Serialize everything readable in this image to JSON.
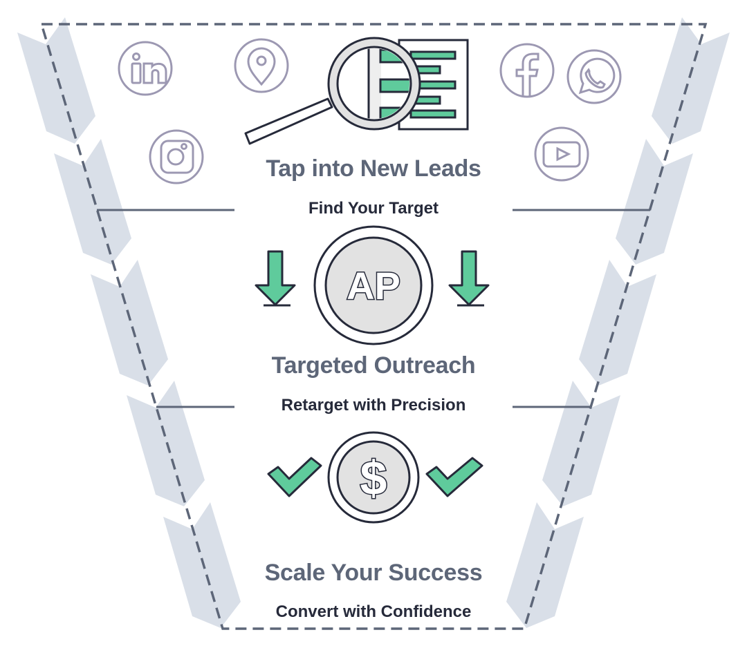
{
  "diagram": {
    "type": "sales-funnel",
    "colors": {
      "outline": "#5d6678",
      "chevron": "#d9dfe8",
      "accent_green": "#5fcb9c",
      "icon_stroke": "#9c98b2",
      "ink": "#262a3a",
      "coin_fill": "#e2e2e2",
      "title_text": "#5d6678",
      "subtitle_text": "#262a3a"
    },
    "stages": [
      {
        "title": "Tap into New Leads",
        "subtitle": "Find Your Target",
        "illustration": "magnifier-over-document-icon",
        "decorations": [
          "linkedin-icon",
          "location-pin-icon",
          "instagram-icon",
          "facebook-icon",
          "whatsapp-icon",
          "youtube-icon"
        ]
      },
      {
        "title": "Targeted Outreach",
        "subtitle": "Retarget with Precision",
        "illustration": "ap-coin-icon",
        "badge_text": "AP",
        "decorations": [
          "arrow-down-icon",
          "arrow-down-icon"
        ]
      },
      {
        "title": "Scale Your Success",
        "subtitle": "Convert with Confidence",
        "illustration": "dollar-coin-icon",
        "badge_text": "$",
        "decorations": [
          "checkmark-icon",
          "checkmark-icon"
        ]
      }
    ]
  }
}
